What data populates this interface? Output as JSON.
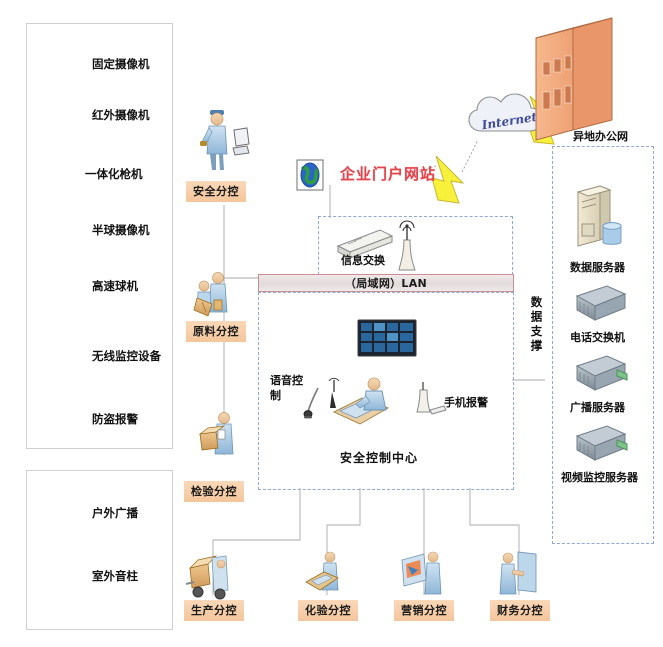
{
  "title_region": {
    "portal_label": "企业门户网站",
    "internet_label": "Internet",
    "remote_office_label": "异地办公网"
  },
  "legend_panel_devices": {
    "items": [
      {
        "icon": "fixed-camera-icon",
        "label": "固定摄像机"
      },
      {
        "icon": "infrared-camera-icon",
        "label": "红外摄像机"
      },
      {
        "icon": "integrated-gun-camera-icon",
        "label": "一体化枪机"
      },
      {
        "icon": "dome-camera-icon",
        "label": "半球摄像机"
      },
      {
        "icon": "speed-dome-icon",
        "label": "高速球机"
      },
      {
        "icon": "wireless-monitor-icon",
        "label": "无线监控设备"
      },
      {
        "icon": "alarm-light-icon",
        "label": "防盗报警"
      }
    ]
  },
  "legend_panel_audio": {
    "items": [
      {
        "icon": "outdoor-speaker-icon",
        "label": "户外广播"
      },
      {
        "icon": "sound-column-icon",
        "label": "室外音柱"
      }
    ]
  },
  "sub_controls_left": [
    {
      "icon": "guard-person-icon",
      "label": "安全分控"
    },
    {
      "icon": "material-person-icon",
      "label": "原料分控"
    },
    {
      "icon": "inspect-person-icon",
      "label": "检验分控"
    }
  ],
  "sub_controls_bottom": [
    {
      "icon": "forklift-person-icon",
      "label": "生产分控"
    },
    {
      "icon": "lab-person-icon",
      "label": "化验分控"
    },
    {
      "icon": "marketing-person-icon",
      "label": "营销分控"
    },
    {
      "icon": "finance-person-icon",
      "label": "财务分控"
    }
  ],
  "network_core": {
    "exchange_label": "信息交换",
    "lan_label": "（局域网）LAN",
    "center_label": "安全控制中心",
    "voice_control_label": "语音控\n制",
    "voice_control_line1": "语音控",
    "voice_control_line2": "制",
    "mobile_alarm_label": "手机报警"
  },
  "data_support": {
    "vertical_label": "数据支撑",
    "items": [
      {
        "icon": "data-server-icon",
        "label": "数据服务器"
      },
      {
        "icon": "telephone-switch-icon",
        "label": "电话交换机"
      },
      {
        "icon": "broadcast-server-icon",
        "label": "广播服务器"
      },
      {
        "icon": "video-monitor-server-icon",
        "label": "视频监控服务器"
      }
    ]
  },
  "colors": {
    "portal_red": "#e4454c",
    "label_orange": "#f4c69c",
    "dash_blue": "#8fa8d8",
    "lan_border": "#c98f92",
    "panel_border": "#cfcfcf",
    "bolt_yellow": "#f5ec3a",
    "building_orange": "#f0a878"
  }
}
